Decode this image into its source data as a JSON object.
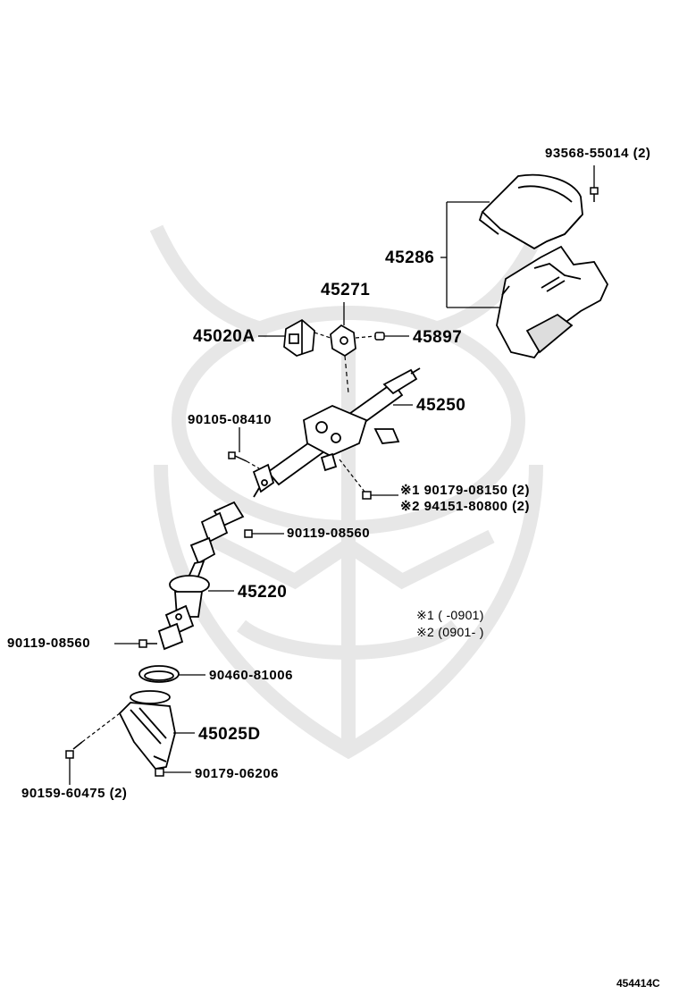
{
  "diagram": {
    "part_labels": {
      "p93568": "93568-55014 (2)",
      "p45286": "45286",
      "p45271": "45271",
      "p45020a": "45020A",
      "p45897": "45897",
      "p45250": "45250",
      "p90105": "90105-08410",
      "p90179_08150": "※1 90179-08150 (2)",
      "p294151": "※2 94151-80800 (2)",
      "p90119_upper": "90119-08560",
      "p45220": "45220",
      "p90119_lower": "90119-08560",
      "p90460": "90460-81006",
      "p45025d": "45025D",
      "p90159": "90159-60475 (2)",
      "p90179_06206": "90179-06206"
    },
    "notes": {
      "note1": "※1 (    -0901)",
      "note2": "※2 (0901-     )"
    },
    "figure_id": "454414C"
  }
}
